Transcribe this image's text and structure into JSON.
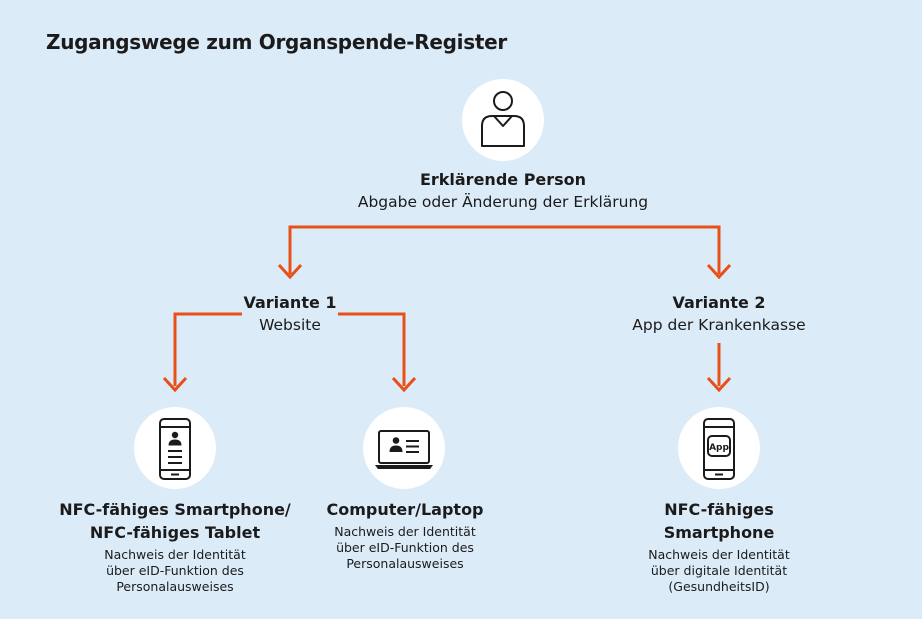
{
  "title": "Zugangswege zum Organspende-Register",
  "colors": {
    "background": "#dcebf8",
    "connector": "#e8501a",
    "circle": "#ffffff",
    "icon": "#1b1b1b"
  },
  "person": {
    "icon": "person-icon",
    "title": "Erklärende Person",
    "subtitle": "Abgabe oder Änderung der Erklärung"
  },
  "variant1": {
    "title": "Variante 1",
    "subtitle": "Website"
  },
  "variant2": {
    "title": "Variante 2",
    "subtitle": "App der Krankenkasse"
  },
  "devices": {
    "smartphone_tablet": {
      "icon": "smartphone-id-icon",
      "title_lines": [
        "NFC-fähiges Smartphone/",
        "NFC-fähiges Tablet"
      ],
      "desc_lines": [
        "Nachweis der Identität",
        "über eID-Funktion des",
        "Personalausweises"
      ]
    },
    "computer": {
      "icon": "laptop-id-icon",
      "title_lines": [
        "Computer/Laptop"
      ],
      "desc_lines": [
        "Nachweis der Identität",
        "über eID-Funktion des",
        "Personalausweises"
      ]
    },
    "smartphone_app": {
      "icon": "smartphone-app-icon",
      "app_label": "App",
      "title_lines": [
        "NFC-fähiges",
        "Smartphone"
      ],
      "desc_lines": [
        "Nachweis der Identität",
        "über digitale Identität",
        "(GesundheitsID)"
      ]
    }
  }
}
